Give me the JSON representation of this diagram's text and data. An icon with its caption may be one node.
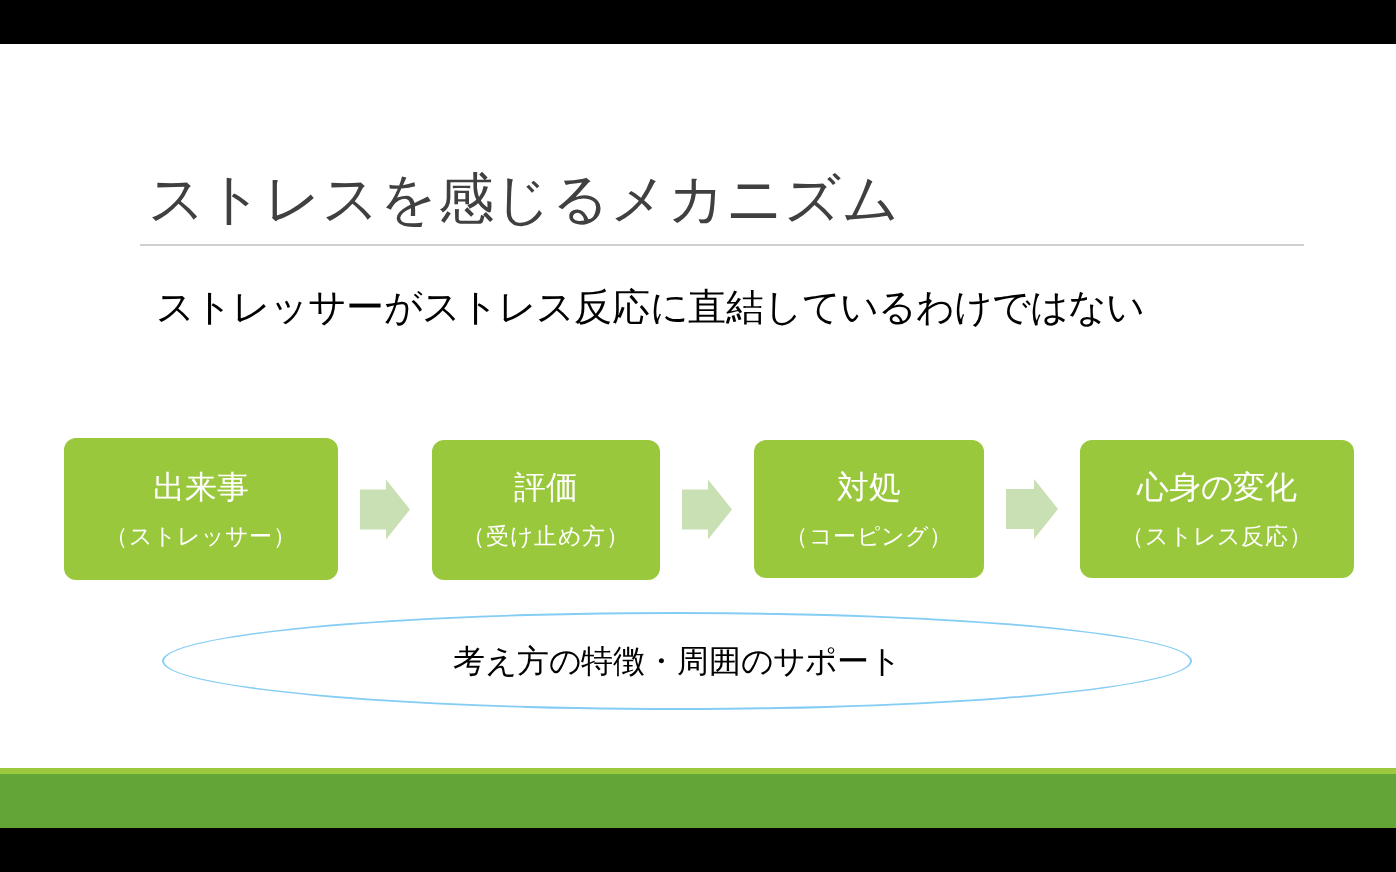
{
  "diagram": {
    "title": "ストレスを感じるメカニズム",
    "nodes": [
      {
        "text": [
          "出来事",
          "（ストレッサー）"
        ]
      },
      {
        "text": [
          "評価",
          "（受け止め方）"
        ]
      },
      {
        "text": [
          "対処",
          "（コーピング）"
        ]
      },
      {
        "text": [
          "心身の変化",
          "（ストレス反応）"
        ]
      },
      {
        "text": [
          "考え方の特徴・周囲のサポート"
        ]
      }
    ],
    "edges": [
      {
        "from": 0,
        "to": 1,
        "arrow": "to"
      },
      {
        "from": 1,
        "to": 2,
        "arrow": "to"
      },
      {
        "from": 2,
        "to": 3,
        "arrow": "to"
      }
    ],
    "labels": [
      "ストレッサーがストレス反応に直結しているわけではない"
    ]
  }
}
